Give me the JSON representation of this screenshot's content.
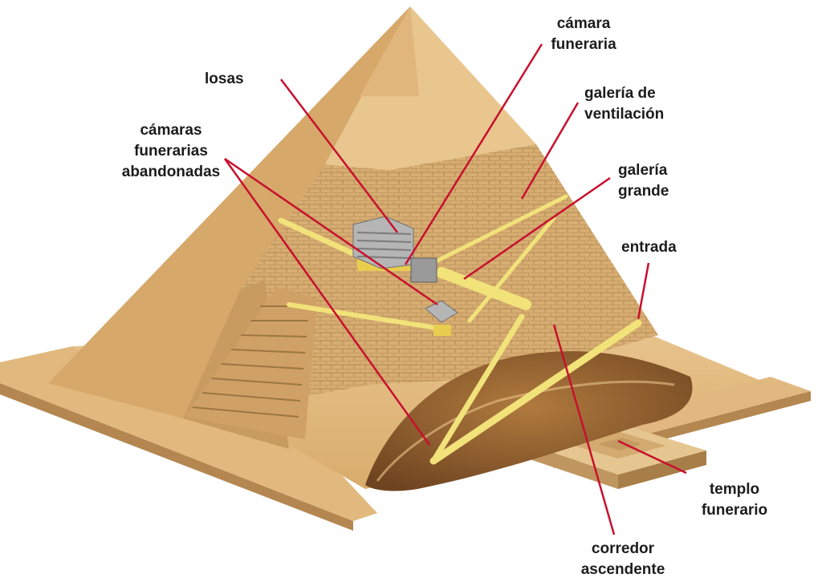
{
  "labels": {
    "losas": {
      "lines": [
        "losas"
      ]
    },
    "camaras_abandonadas": {
      "lines": [
        "cámaras",
        "funerarias",
        "abandonadas"
      ]
    },
    "camara_funeraria": {
      "lines": [
        "cámara",
        "funeraria"
      ]
    },
    "galeria_ventilacion": {
      "lines": [
        "galería de",
        "ventilación"
      ]
    },
    "galeria_grande": {
      "lines": [
        "galería",
        "grande"
      ]
    },
    "entrada": {
      "lines": [
        "entrada"
      ]
    },
    "templo_funerario": {
      "lines": [
        "templo",
        "funerario"
      ]
    },
    "corredor_ascendente": {
      "lines": [
        "corredor",
        "ascendente"
      ]
    }
  },
  "colors": {
    "sandstone_light": "#e2bc84",
    "sandstone_mid": "#d2a468",
    "sandstone_shadow": "#b98a50",
    "brick_grid": "#9c7744",
    "passage_yellow": "#f1e27a",
    "chamber_gray": "#a8a8a8",
    "rock_brown": "#8a5a2a",
    "leader_red": "#c8102e"
  }
}
